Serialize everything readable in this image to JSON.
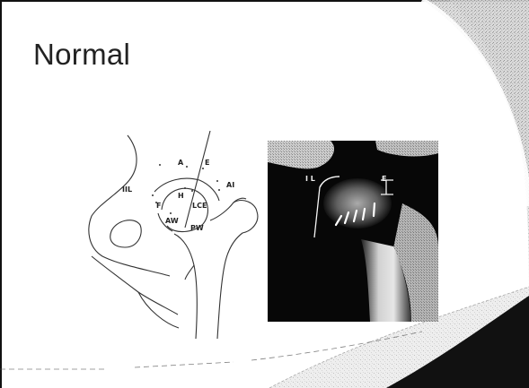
{
  "slide": {
    "title": "Normal"
  },
  "diagram": {
    "labels": {
      "A": "A",
      "E": "E",
      "AI": "AI",
      "IIL": "IIL",
      "H": "H",
      "F": "F",
      "LCE": "LCE",
      "AW": "AW",
      "PW": "PW"
    }
  },
  "xray": {
    "labels": {
      "IL": "I L",
      "E": "E"
    }
  },
  "colors": {
    "background": "#ffffff",
    "text": "#222222",
    "xray_bg": "#0a0a0a"
  }
}
